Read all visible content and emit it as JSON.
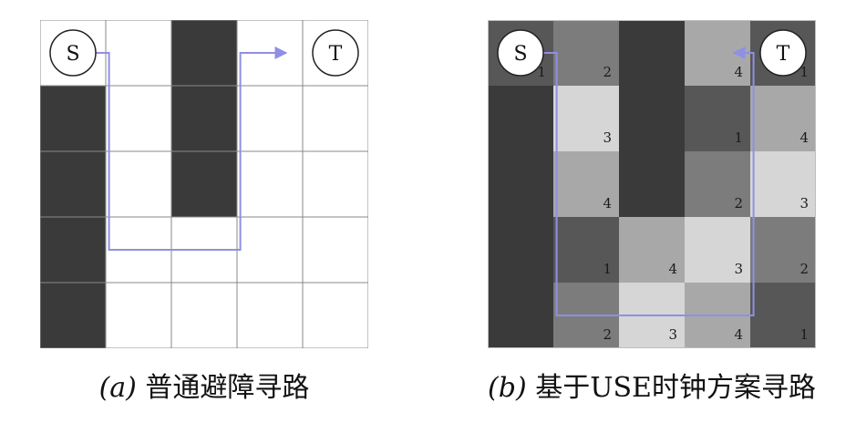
{
  "grid_size": 5,
  "panel_a": {
    "obstacles": [
      [
        1,
        0
      ],
      [
        2,
        0
      ],
      [
        3,
        0
      ],
      [
        4,
        0
      ],
      [
        0,
        2
      ],
      [
        1,
        2
      ],
      [
        2,
        2
      ]
    ],
    "start": {
      "row": 0,
      "col": 0,
      "label": "S"
    },
    "target": {
      "row": 0,
      "col": 4,
      "label": "T"
    },
    "path": [
      [
        0,
        0.35
      ],
      [
        0,
        1.05
      ],
      [
        3,
        1.05
      ],
      [
        3,
        3.05
      ],
      [
        0,
        3.05
      ],
      [
        0,
        3.75
      ]
    ],
    "caption_label": "(a)",
    "caption_text": "普通避障寻路"
  },
  "panel_b": {
    "obstacles": [
      [
        1,
        0
      ],
      [
        2,
        0
      ],
      [
        3,
        0
      ],
      [
        4,
        0
      ],
      [
        0,
        2
      ],
      [
        1,
        2
      ],
      [
        2,
        2
      ]
    ],
    "start": {
      "row": 0,
      "col": 0,
      "label": "S"
    },
    "target": {
      "row": 0,
      "col": 4,
      "label": "T"
    },
    "clock_values": [
      [
        "1",
        "2",
        "",
        "4",
        "1"
      ],
      [
        "",
        "3",
        "",
        "1",
        "4"
      ],
      [
        "",
        "4",
        "",
        "2",
        "3"
      ],
      [
        "",
        "1",
        "4",
        "3",
        "2"
      ],
      [
        "",
        "2",
        "3",
        "4",
        "1"
      ]
    ],
    "shade_levels": [
      [
        1,
        2,
        0,
        3,
        1
      ],
      [
        0,
        4,
        0,
        1,
        3
      ],
      [
        0,
        3,
        0,
        2,
        4
      ],
      [
        0,
        1,
        3,
        4,
        2
      ],
      [
        0,
        2,
        4,
        3,
        1
      ]
    ],
    "path": [
      [
        0,
        0.35
      ],
      [
        0,
        1.05
      ],
      [
        4,
        1.05
      ],
      [
        4,
        4.05
      ],
      [
        0,
        4.05
      ],
      [
        0,
        3.75
      ]
    ],
    "caption_label": "(b)",
    "caption_text": "基于USE时钟方案寻路"
  },
  "colors": {
    "obstacle": "#3a3a3a",
    "grid_line": "#8a8a8a",
    "path": "#8f8fe6",
    "shade": [
      "#3e3e3e",
      "#575757",
      "#7c7c7c",
      "#a8a8a8",
      "#d6d6d6"
    ]
  }
}
